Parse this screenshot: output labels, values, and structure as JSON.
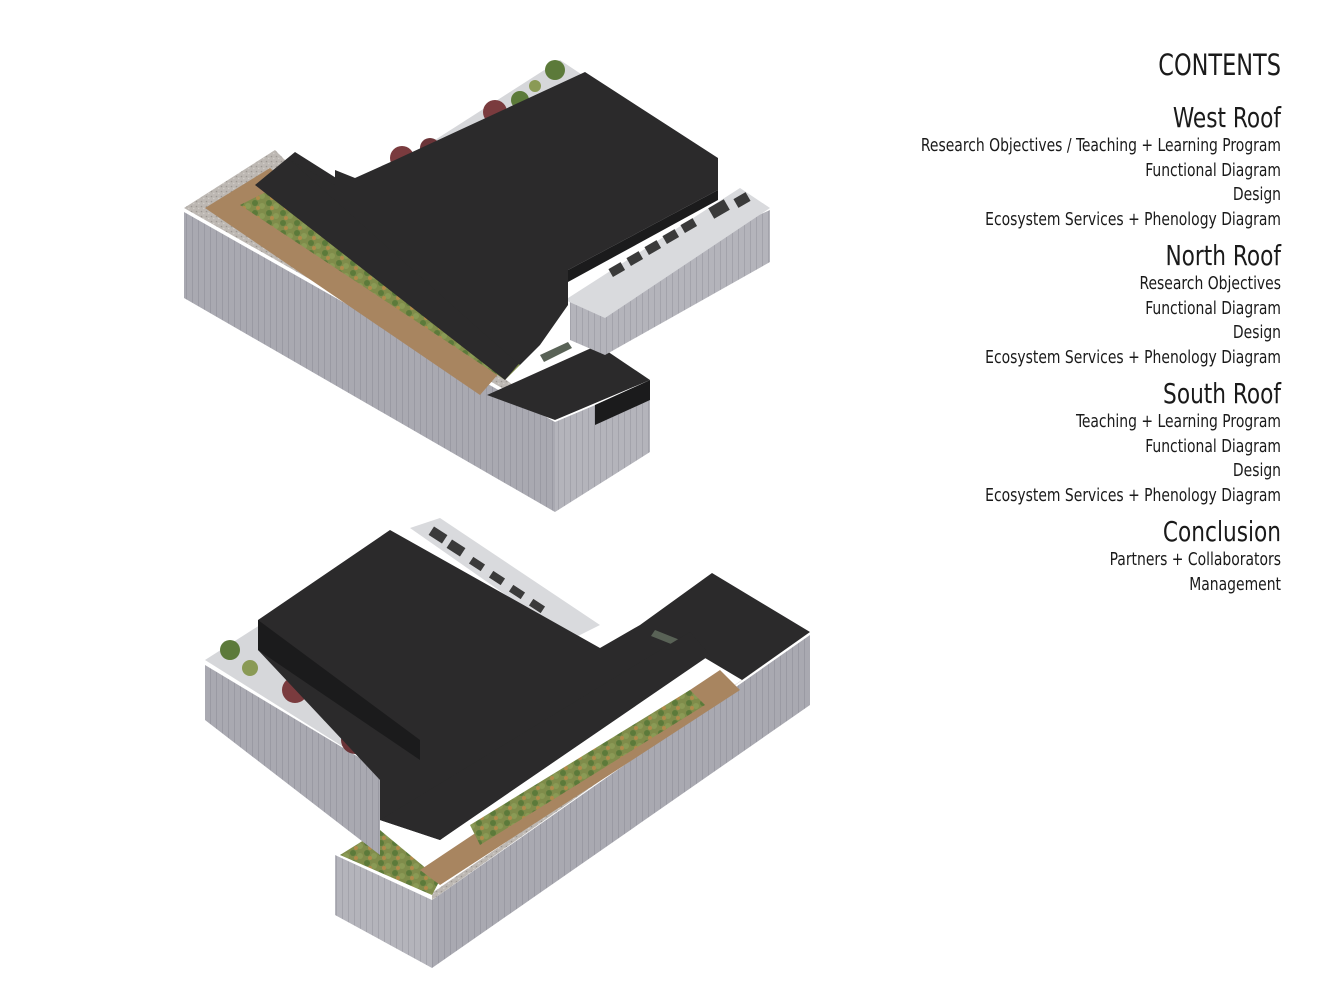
{
  "contents": {
    "title": "CONTENTS",
    "sections": [
      {
        "title": "West Roof",
        "items": [
          "Research Objectives / Teaching + Learning Program",
          "Functional Diagram",
          "Design",
          "Ecosystem Services + Phenology Diagram"
        ]
      },
      {
        "title": "North Roof",
        "items": [
          "Research Objectives",
          "Functional Diagram",
          "Design",
          "Ecosystem Services + Phenology Diagram"
        ]
      },
      {
        "title": "South Roof",
        "items": [
          "Teaching + Learning Program",
          "Functional Diagram",
          "Design",
          "Ecosystem Services + Phenology Diagram"
        ]
      },
      {
        "title": "Conclusion",
        "items": [
          "Partners + Collaborators",
          "Management"
        ]
      }
    ]
  },
  "colors": {
    "roof_dark": "#2b2a2b",
    "facade": "#a9a9b1",
    "facade_shade": "#8e8e96",
    "deck_wood": "#a88560",
    "planting": "#5c7a3a",
    "gravel": "#b7b2ad",
    "foliage_red": "#7a3b3e"
  }
}
